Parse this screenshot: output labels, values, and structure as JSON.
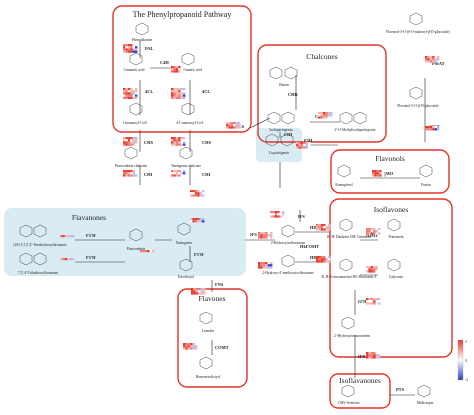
{
  "sections": {
    "phenylpropanoid": "The Phenylpropanoid Pathway",
    "chalcones": "Chalcones",
    "flavanones": "Flavanones",
    "flavones": "Flavones",
    "flavonols": "Flavonols",
    "isoflavones": "Isoflavones",
    "isoflavanones": "Isoflavanones"
  },
  "compounds": {
    "phenylalanine": "Phenylalanine",
    "cinnamic_acid": "Cinnamic acid",
    "coumaric_acid": "4-Coumaric acid",
    "cinnamoyl_coa": "Cinnamoyl-CoA",
    "coumaroyl_coa": "4-Coumaroyl-CoA",
    "butein": "Butein",
    "isoliquiritigenin": "Isoliquiritigenin",
    "methylisoliq": "2'-O-Methylisoliquiritigenin",
    "pinocembrin_chalcone": "Pinocembrin chalcone",
    "naringenin_chalcone": "Naringenin chalcone",
    "liquiritigenin": "Liquiritigenin",
    "tetrahydroxyflavanone": "(2S)-5,7,3',4'-Tetrahydroxyflavanone",
    "pinocembrin": "Pinocembrin",
    "naringenin": "Naringenin",
    "trihydroxyflavanone": "7,3',4'-Trihydroxyflavanone",
    "eriodictyol": "Eriodictyol",
    "dihydroxyisoflavanone": "2-Hydroxyisoflavanone",
    "methoxyisoflavanone": "2-Hydroxy-4'-methoxyisoflavanone",
    "kaempferol": "Kaempferol",
    "fisetin": "Fisetin",
    "flavonol_3o_rhamnosyl": "Flavonol-3-O-(6-O-malonyl-β-D-glucoside)",
    "flavonol_3o_glucoside": "Flavonol-3-O-β-D-glucoside",
    "daidzein": "R: H: Daidzein OH: Genistein",
    "biochanin": "R, H: Formononetin OH: Biochanin A",
    "pratensein": "Pratensein",
    "calycosin": "Calycosin",
    "hydroxyformononetin": "2'-Hydroxyformononetin",
    "luteolin": "Luteolin",
    "homoeriodictyol": "Homoeriodictyol",
    "vestitone": "(3R)-Vestitone",
    "medicarpin": "Medicarpin"
  },
  "enzymes": {
    "pal": "PAL",
    "c4h": "C4H",
    "cl4_a": "4CL",
    "cl4_b": "4CL",
    "pmat": "PMAT",
    "chs_a": "CHS",
    "chs_b": "CHS",
    "chi_a": "CHI",
    "chi_b": "CHI",
    "chr": "CHR",
    "chomt": "CHOMT",
    "chi_c": "CHI",
    "hdcs": "HDCS",
    "f3h": "F3H",
    "fls": "FLS",
    "ugt": "UGT",
    "f3ph_a": "F3'H",
    "f3ph_b": "F3'H",
    "f3ph_c": "F3'H",
    "ifs_a": "IFS",
    "ifs_b": "IFS",
    "hid_a": "HID",
    "hid_b": "HID",
    "hi4omt": "HI4'OMT",
    "i3h": "I3'H",
    "i2h": "I2'H",
    "ifr": "IFR",
    "iomt": "IOMT",
    "fns": "FNS",
    "comt": "COMT",
    "pts": "PTS",
    "flavonol_fms": "FMO"
  },
  "legend_ticks": [
    "2",
    "0",
    "-2"
  ],
  "colors": {
    "box_red": "#e0352b",
    "cyan_fill": "#d9ecf3",
    "heat_high": "#e83a2e",
    "heat_mid": "#ffffff",
    "heat_low": "#2a3bd0"
  }
}
